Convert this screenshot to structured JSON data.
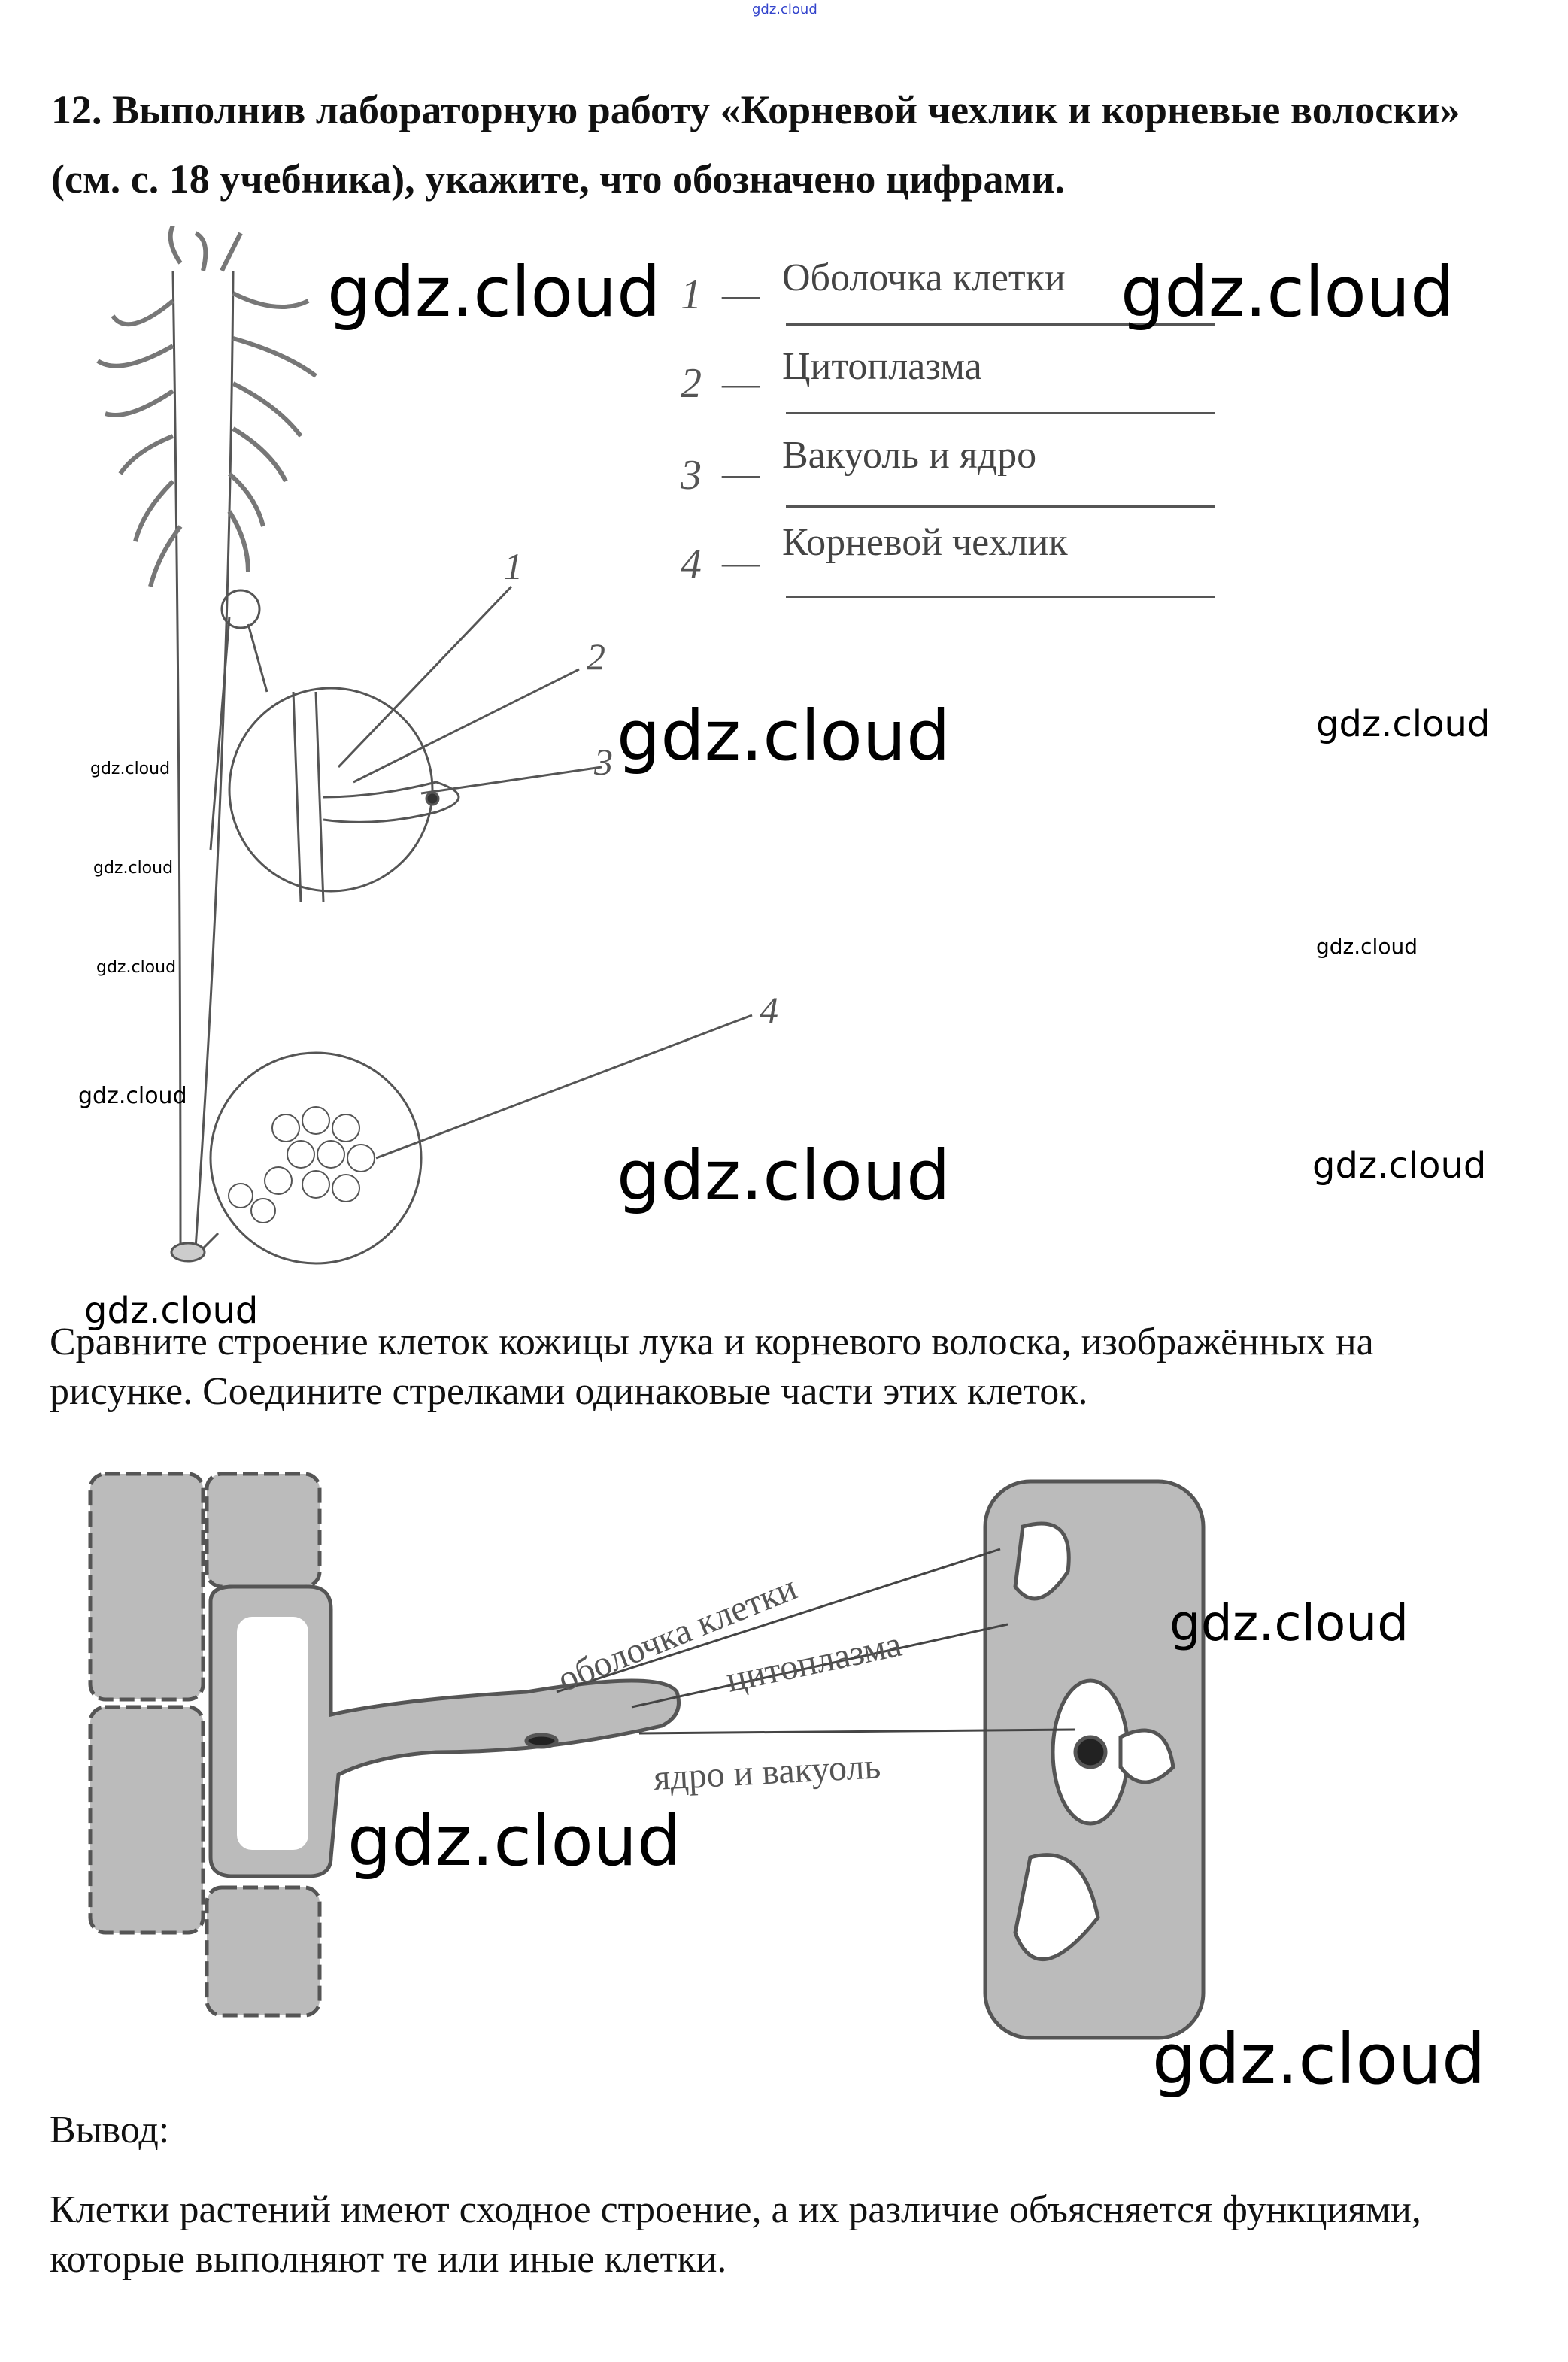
{
  "watermark_top": "gdz.cloud",
  "watermark": "gdz.cloud",
  "task": {
    "title": "12. Выполнив лабораторную работу «Корневой чехлик и корневые волоски» (см. с. 18 учебника), укажите, что обозначено цифрами."
  },
  "figure1": {
    "callouts": [
      "1",
      "2",
      "3",
      "4"
    ],
    "labels": [
      {
        "num": "1",
        "dash": "—",
        "text": "Оболочка клетки"
      },
      {
        "num": "2",
        "dash": "—",
        "text": "Цитоплазма"
      },
      {
        "num": "3",
        "dash": "—",
        "text": "Вакуоль и ядро"
      },
      {
        "num": "4",
        "dash": "—",
        "text": "Корневой чехлик"
      }
    ]
  },
  "compare": {
    "instruction": "Сравните строение клеток кожицы лука и корневого волоска, изображённых на рисунке. Соедините стрелками одинаковые части этих клеток."
  },
  "figure2": {
    "labels": [
      "оболочка клетки",
      "цитоплазма",
      "ядро и вакуоль"
    ]
  },
  "conclusion": {
    "heading": "Вывод:",
    "text": "Клетки растений имеют сходное строение, а их различие объясняется функциями, которые выполняют те или иные клетки."
  }
}
